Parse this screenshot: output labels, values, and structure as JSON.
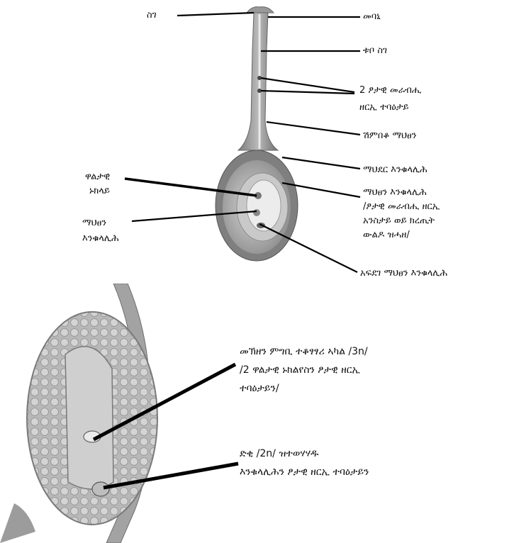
{
  "top_figure": {
    "labels": {
      "stigma": "ስገ",
      "style_tip": "መባኒ",
      "style": "ቱቦ ስገ",
      "sperm_nuclei_line1": "2 ፆታዊ መራብሒ",
      "sperm_nuclei_line2": "ዘርኢ ተባዕታይ",
      "micropyle": "ሽምበቆ ማህፀን",
      "integument": "ማህደር እንቁላሊሕ",
      "ovule_line1": "ማህፀን እንቁላሊሕ",
      "ovule_line2": "/ፆታዊ መራብሒ ዘርኢ",
      "ovule_line3": "አንስታይ ወይ ክረጢት",
      "ovule_line4": "ውልዶ ዝሓዘ/",
      "polar_nuclei_line1": "ዋልታዊ",
      "polar_nuclei_line2": "ኑክላይ",
      "egg_line1": "ማህፀን",
      "egg_line2": "እንቁላሊሕ",
      "antipodal": "አፍደገ ማህፀን እንቁላሊሕ"
    }
  },
  "bottom_figure": {
    "labels": {
      "endosperm_line1": "መኽዘን ምግቢ ተቆፃፃሪ ኣካል /3n/",
      "endosperm_line2": "/2 ዋልታዊ ኑክልየስን ፆታዊ ዘርኢ",
      "endosperm_line3": "ተባዕታይን/",
      "zygote_line1": "ድቂ /2n/ ዝተወሃሃዱ",
      "zygote_line2": "እንቁላሊሕን ፆታዊ ዘርኢ ተባዕታይን"
    }
  }
}
